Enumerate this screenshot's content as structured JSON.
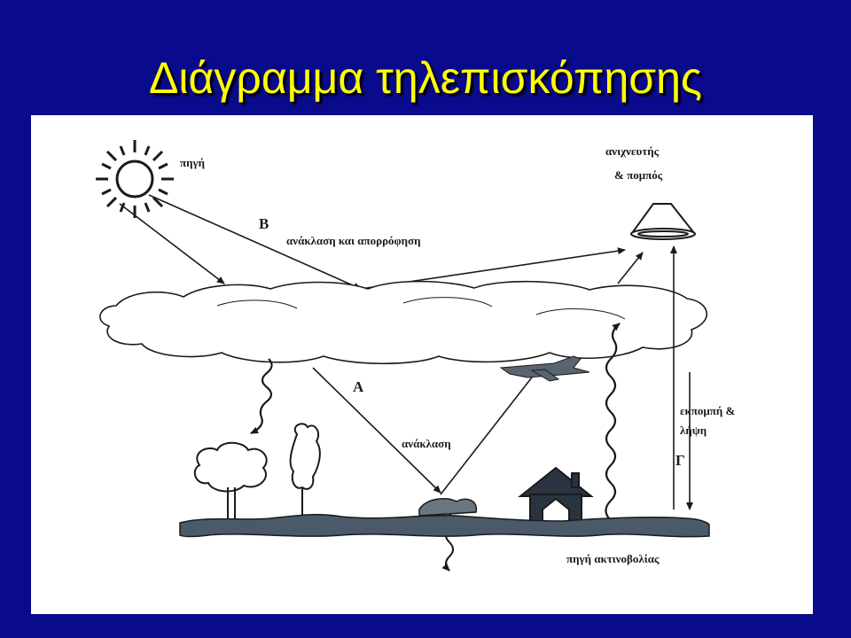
{
  "slide": {
    "title": "Διάγραμμα τηλεπισκόπησης"
  },
  "diagram": {
    "labels": {
      "source": "πηγή",
      "detector_line1": "ανιχνευτής",
      "detector_line2": "& πομπός",
      "path_b_letter": "Β",
      "path_b_text": "ανάκλαση και απορρόφηση",
      "path_a_letter": "Α",
      "reflection": "ανάκλαση",
      "emission_line1": "εκπομπή &",
      "emission_line2": "λήψη",
      "path_g_letter": "Γ",
      "radiation_source": "πηγή ακτινοβολίας"
    },
    "colors": {
      "background": "#0a0a8c",
      "title": "#ffff00",
      "ink": "#1a1a1a",
      "ground": "#4a5a68"
    }
  }
}
